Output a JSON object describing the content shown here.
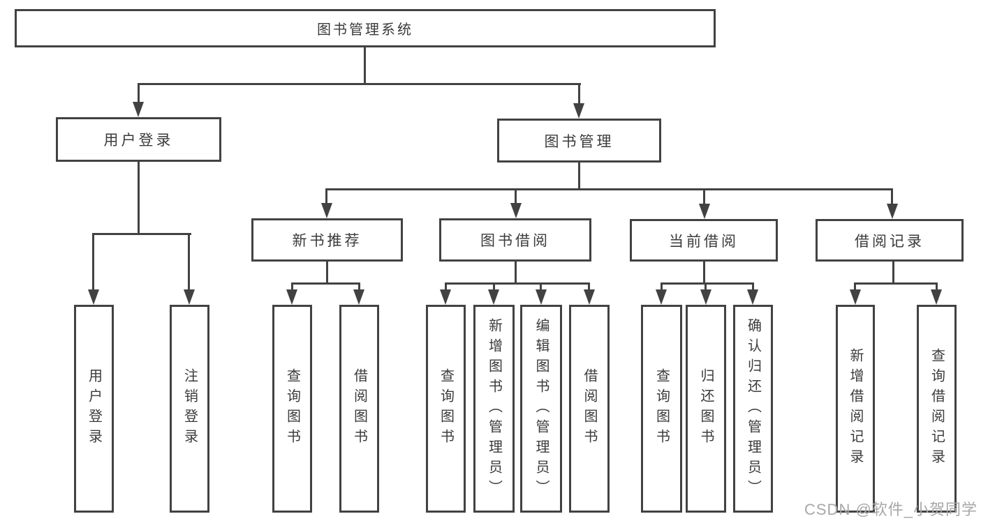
{
  "tree": {
    "root": "图书管理系统",
    "children": [
      {
        "label": "用户登录",
        "children": [
          {
            "label": "用户登录"
          },
          {
            "label": "注销登录"
          }
        ]
      },
      {
        "label": "图书管理",
        "children": [
          {
            "label": "新书推荐",
            "children": [
              {
                "label": "查询图书"
              },
              {
                "label": "借阅图书"
              }
            ]
          },
          {
            "label": "图书借阅",
            "children": [
              {
                "label": "查询图书"
              },
              {
                "label": "新增图书（管理员）"
              },
              {
                "label": "编辑图书（管理员）"
              },
              {
                "label": "借阅图书"
              }
            ]
          },
          {
            "label": "当前借阅",
            "children": [
              {
                "label": "查询图书"
              },
              {
                "label": "归还图书"
              },
              {
                "label": "确认归还（管理员）"
              }
            ]
          },
          {
            "label": "借阅记录",
            "children": [
              {
                "label": "新增借阅记录"
              },
              {
                "label": "查询借阅记录"
              }
            ]
          }
        ]
      }
    ]
  },
  "watermark": {
    "text": "CSDN @软件_小贺同学"
  },
  "colors": {
    "line": "#424242",
    "text": "#3b3b3b",
    "watermark": "#a7a7a7",
    "background": "#ffffff"
  }
}
